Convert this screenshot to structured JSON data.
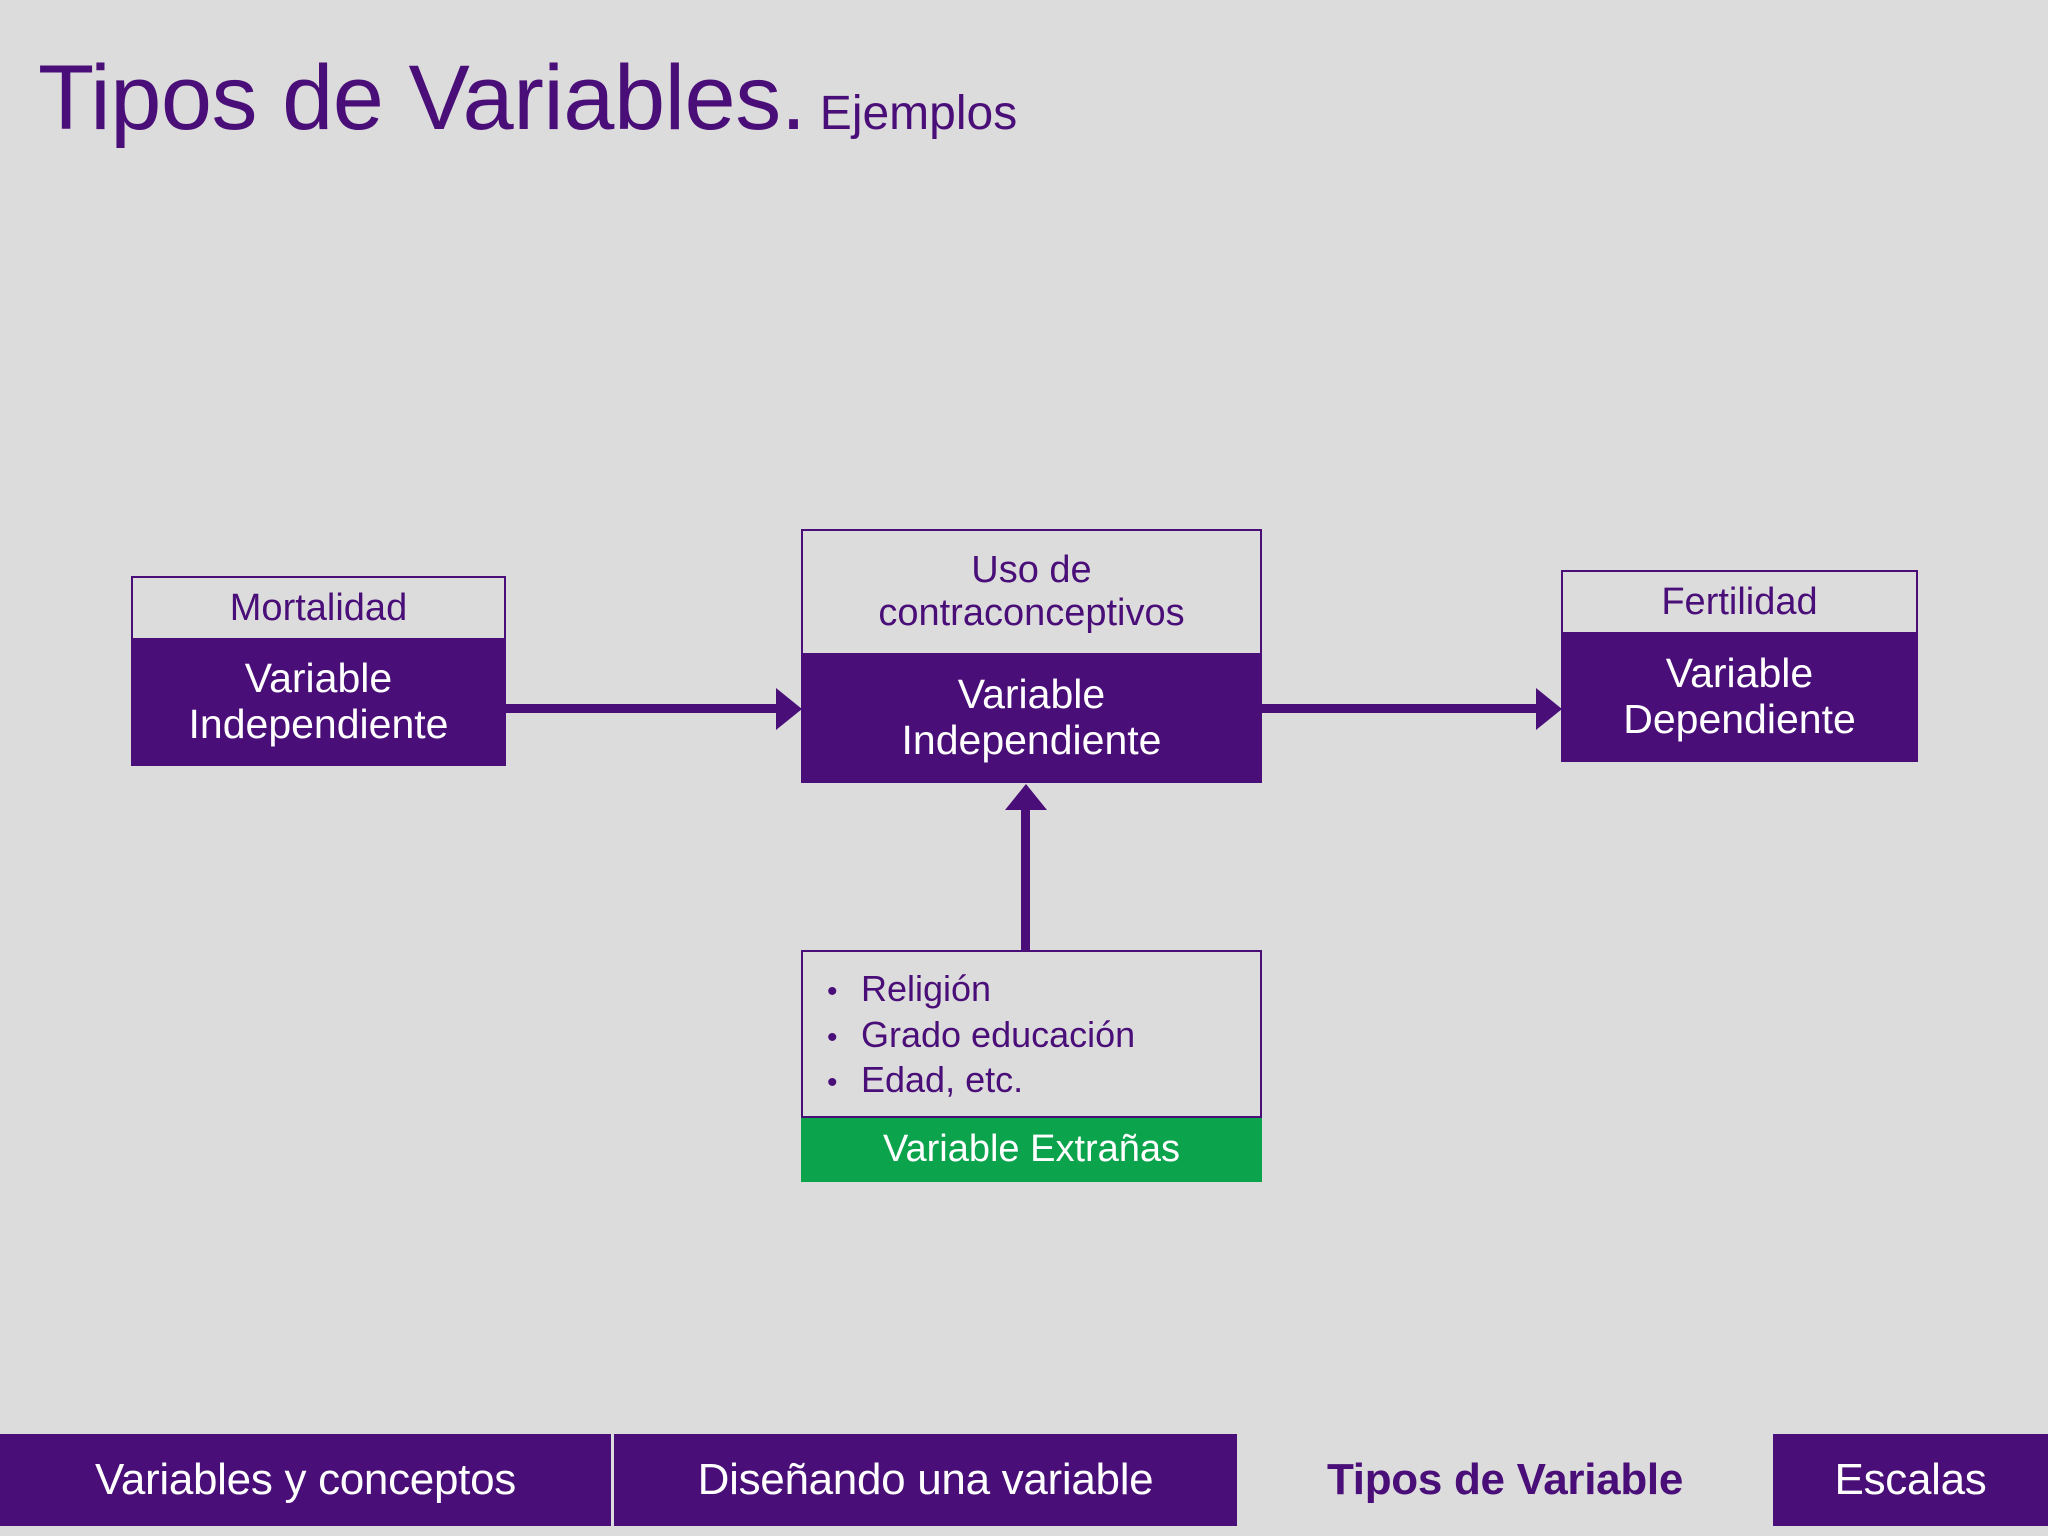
{
  "slide": {
    "title_main": "Tipos de Variables.",
    "title_sub": "Ejemplos",
    "background_color": "#dcdcdc",
    "accent_purple": "#4a0e78",
    "accent_green": "#0ba34c"
  },
  "diagram": {
    "nodes": [
      {
        "id": "mortalidad",
        "head": "Mortalidad",
        "body": "Variable\nIndependiente",
        "body_line1": "Variable",
        "body_line2": "Independiente",
        "body_color": "#4a0e78"
      },
      {
        "id": "contraconceptivos",
        "head_line1": "Uso de",
        "head_line2": "contraconceptivos",
        "body_line1": "Variable",
        "body_line2": "Independiente",
        "body_color": "#4a0e78"
      },
      {
        "id": "fertilidad",
        "head": "Fertilidad",
        "body_line1": "Variable",
        "body_line2": "Dependiente",
        "body_color": "#4a0e78"
      },
      {
        "id": "extranas",
        "bullets": [
          "Religión",
          "Grado educación",
          "Edad, etc."
        ],
        "bullet_glyph": "•",
        "body": "Variable Extrañas",
        "body_color": "#0ba34c"
      }
    ],
    "arrows": [
      {
        "id": "mortalidad-to-contraconceptivos",
        "direction": "right"
      },
      {
        "id": "contraconceptivos-to-fertilidad",
        "direction": "right"
      },
      {
        "id": "extranas-to-contraconceptivos",
        "direction": "up"
      }
    ]
  },
  "nav": {
    "items": [
      {
        "label": "Variables y conceptos",
        "active": false
      },
      {
        "label": "Diseñando una variable",
        "active": false
      },
      {
        "label": "Tipos de Variable",
        "active": true
      },
      {
        "label": "Escalas",
        "active": false
      }
    ]
  }
}
